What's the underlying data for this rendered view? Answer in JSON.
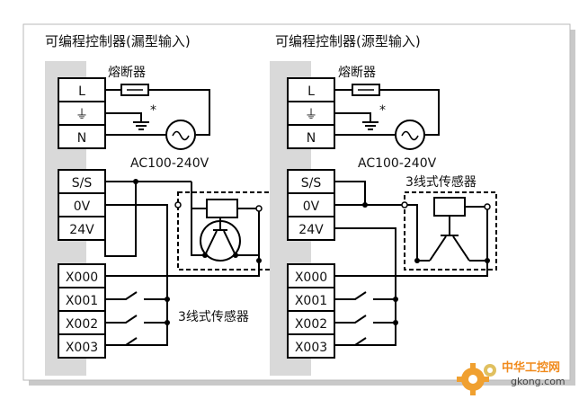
{
  "left_panel": {
    "title": "可编程控制器(漏型输入)",
    "fuse_label": "熔断器",
    "ground_note": "*",
    "ac_label": "AC100-240V",
    "sensor_label": "3线式传感器",
    "terminals": [
      "L",
      "⏚",
      "N",
      "S/S",
      "0V",
      "24V",
      "X000",
      "X001",
      "X002",
      "X003"
    ]
  },
  "right_panel": {
    "title": "可编程控制器(源型输入)",
    "fuse_label": "熔断器",
    "ground_note": "*",
    "ac_label": "AC100-240V",
    "sensor_label": "3线式传感器",
    "terminals": [
      "L",
      "⏚",
      "N",
      "S/S",
      "0V",
      "24V",
      "X000",
      "X001",
      "X002",
      "X003"
    ]
  },
  "watermark": {
    "brand": "中华工控网",
    "url": "gkong.com",
    "colors": {
      "brand": "#f08a1c",
      "gear": "#f0a030"
    }
  }
}
